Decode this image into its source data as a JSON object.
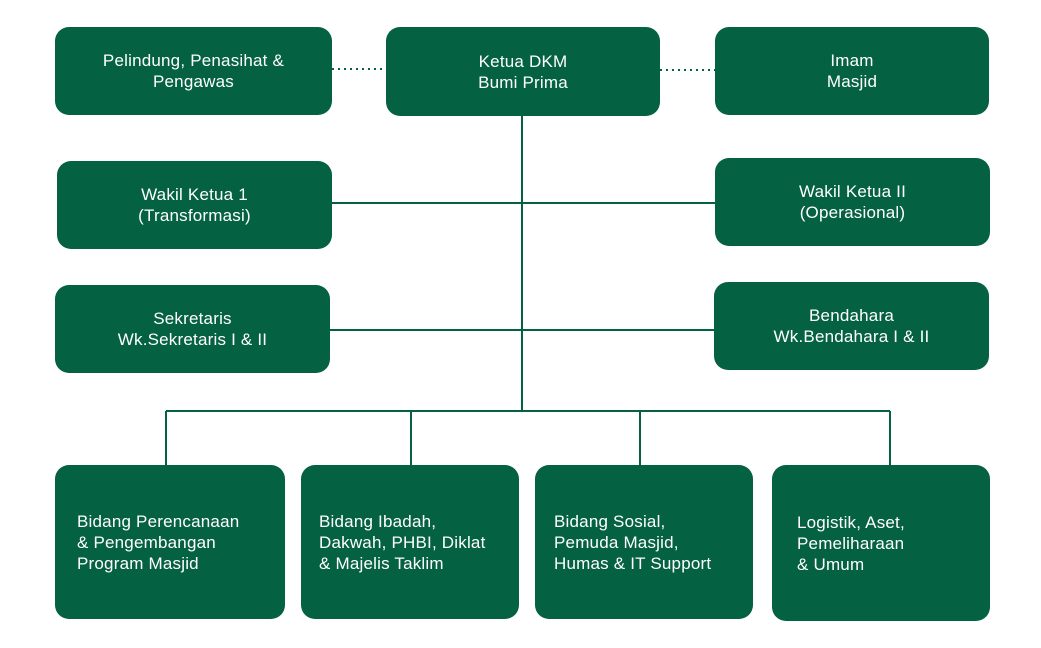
{
  "org_chart": {
    "colors": {
      "box": "#046141",
      "line": "#046141",
      "text": "#ffffff"
    },
    "top": {
      "advisors": "Pelindung, Penasihat &\nPengawas",
      "chair": "Ketua DKM\nBumi Prima",
      "imam": "Imam\nMasjid"
    },
    "vice": {
      "left": "Wakil Ketua 1\n(Transformasi)",
      "right": "Wakil Ketua II\n(Operasional)"
    },
    "admin": {
      "secretary": "Sekretaris\nWk.Sekretaris I & II",
      "treasurer": "Bendahara\nWk.Bendahara I & II"
    },
    "divisions": [
      "Bidang Perencanaan\n& Pengembangan\nProgram Masjid",
      "Bidang Ibadah,\nDakwah, PHBI, Diklat\n& Majelis Taklim",
      "Bidang Sosial,\nPemuda Masjid,\nHumas & IT Support",
      "Logistik, Aset,\nPemeliharaan\n & Umum"
    ]
  }
}
